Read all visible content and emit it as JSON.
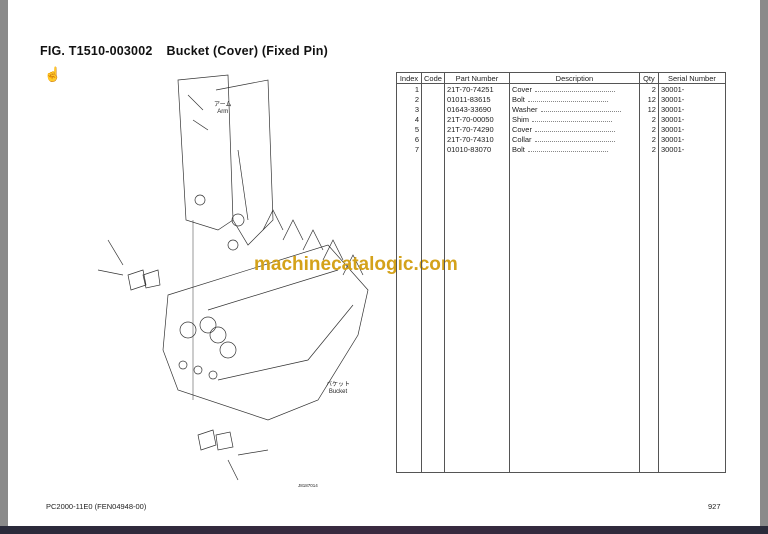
{
  "header": {
    "fig": "FIG. T1510-003002",
    "title": "Bucket (Cover) (Fixed Pin)"
  },
  "table": {
    "columns": [
      "Index",
      "Code",
      "Part Number",
      "Description",
      "Qty",
      "Serial Number"
    ],
    "rows": [
      {
        "index": "1",
        "code": "",
        "part": "21T-70-74251",
        "desc": "Cover",
        "qty": "2",
        "serial": "30001-"
      },
      {
        "index": "2",
        "code": "",
        "part": "01011-83615",
        "desc": "Bolt",
        "qty": "12",
        "serial": "30001-"
      },
      {
        "index": "3",
        "code": "",
        "part": "01643-33690",
        "desc": "Washer",
        "qty": "12",
        "serial": "30001-"
      },
      {
        "index": "4",
        "code": "",
        "part": "21T-70-00050",
        "desc": "Shim",
        "qty": "2",
        "serial": "30001-"
      },
      {
        "index": "5",
        "code": "",
        "part": "21T-70-74290",
        "desc": "Cover",
        "qty": "2",
        "serial": "30001-"
      },
      {
        "index": "6",
        "code": "",
        "part": "21T-70-74310",
        "desc": "Collar",
        "qty": "2",
        "serial": "30001-"
      },
      {
        "index": "7",
        "code": "",
        "part": "01010-83070",
        "desc": "Bolt",
        "qty": "2",
        "serial": "30001-"
      }
    ]
  },
  "diagram": {
    "arm_jp": "アーム",
    "arm_en": "Arm",
    "bucket_jp": "バケット",
    "bucket_en": "Bucket",
    "drawing_code": "J8187014",
    "watermark": "machinecatalogic.com"
  },
  "footer": {
    "model": "PC2000-11E0 (FEN04948-00)",
    "page": "927"
  },
  "icons": {
    "cursor": "hand-cursor-icon"
  }
}
